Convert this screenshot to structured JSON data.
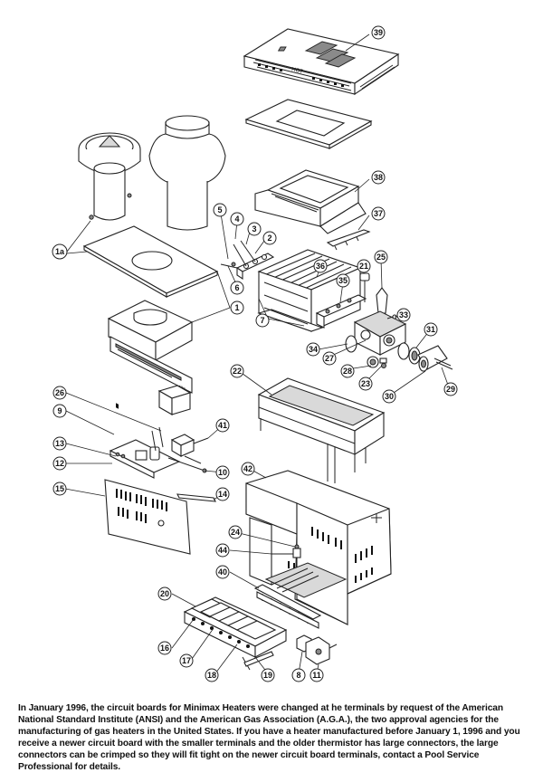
{
  "labels": {
    "c1": "1",
    "c1a": "1a",
    "c2": "2",
    "c3": "3",
    "c4": "4",
    "c5": "5",
    "c6": "6",
    "c7": "7",
    "c8": "8",
    "c9": "9",
    "c10": "10",
    "c11": "11",
    "c12": "12",
    "c13": "13",
    "c14": "14",
    "c15": "15",
    "c16": "16",
    "c17": "17",
    "c18": "18",
    "c19": "19",
    "c20": "20",
    "c21": "21",
    "c22": "22",
    "c23": "23",
    "c24": "24",
    "c25": "25",
    "c26": "26",
    "c27": "27",
    "c28": "28",
    "c29": "29",
    "c30": "30",
    "c31": "31",
    "c33": "33",
    "c34": "34",
    "c35": "35",
    "c36": "36",
    "c37": "37",
    "c38": "38",
    "c39": "39",
    "c40": "40",
    "c41": "41",
    "c42": "42",
    "c44": "44"
  },
  "part_text": {
    "hot": "HOT",
    "rating": "400"
  },
  "note": "In January 1996, the circuit boards for Minimax Heaters were changed at he terminals by request of the American National Standard Institute (ANSI) and the American Gas Association (A.G.A.), the two approval agencies for the manufacturing of gas heaters in the United States. If you have a heater manufactured before January 1, 1996 and you receive a newer circuit board with the smaller terminals and the older thermistor has large connectors,  the large connectors can be crimped so they will fit tight on the newer circuit board terminals, contact a Pool Service Professional for details."
}
